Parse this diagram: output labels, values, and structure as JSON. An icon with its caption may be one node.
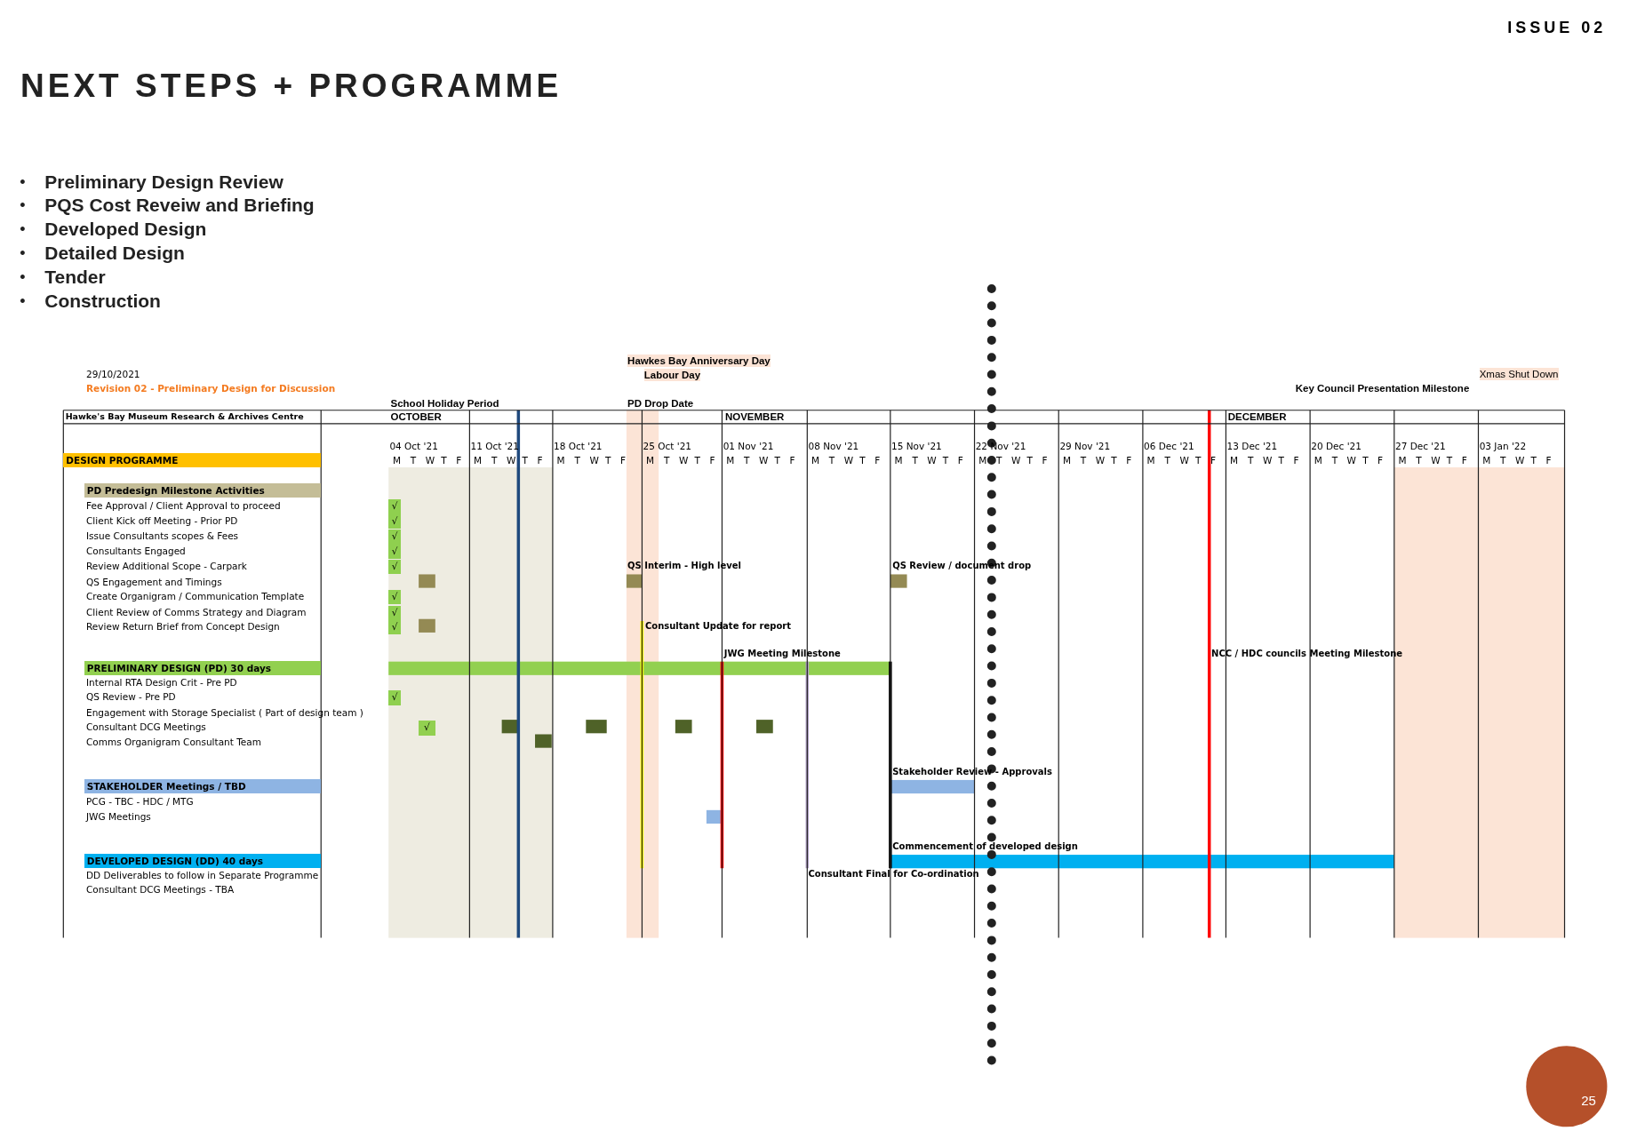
{
  "diagram": {
    "title": "NEXT STEPS + PROGRAMME",
    "nodes": [
      {
        "text": [
          "DESIGN PROGRAMME"
        ]
      },
      {
        "text": [
          "PD Predesign Milestone Activities"
        ]
      },
      {
        "text": [
          "PRELIMINARY DESIGN (PD) 30 days"
        ]
      },
      {
        "text": [
          "STAKEHOLDER Meetings / TBD"
        ]
      },
      {
        "text": [
          "DEVELOPED DESIGN (DD) 40 days"
        ]
      }
    ],
    "labels": [
      "ISSUE 02",
      "•",
      "Preliminary Design Review",
      "•",
      "PQS Cost Reveiw and Briefing",
      "•",
      "Developed Design",
      "•",
      "Detailed Design",
      "•",
      "Tender",
      "•",
      "Construction",
      "Hawkes Bay Anniversary Day",
      "29/10/2021",
      "Labour Day",
      "Xmas Shut Down",
      "Revision 02 - Preliminary Design for Discussion",
      "Key Council Presentation Milestone",
      "School Holiday Period",
      "PD Drop Date",
      "Hawke's Bay Museum Research & Archives Centre",
      "OCTOBER",
      "NOVEMBER",
      "DECEMBER",
      "04 Oct '21",
      "11 Oct '21",
      "18 Oct '21",
      "25 Oct '21",
      "01 Nov '21",
      "08 Nov '21",
      "15 Nov '21",
      "22 Nov '21",
      "29 Nov '21",
      "06 Dec '21",
      "13 Dec '21",
      "20 Dec '21",
      "27 Dec '21",
      "03 Jan '22",
      "M",
      "T",
      "W",
      "T",
      "F",
      "M",
      "T",
      "W",
      "T",
      "F",
      "M",
      "T",
      "W",
      "T",
      "F",
      "M",
      "T",
      "W",
      "T",
      "F",
      "M",
      "T",
      "W",
      "T",
      "F",
      "M",
      "T",
      "W",
      "T",
      "F",
      "M",
      "T",
      "W",
      "T",
      "F",
      "M",
      "T",
      "W",
      "T",
      "F",
      "M",
      "T",
      "W",
      "T",
      "F",
      "M",
      "T",
      "W",
      "T",
      "F",
      "M",
      "T",
      "W",
      "T",
      "F",
      "M",
      "T",
      "W",
      "T",
      "F",
      "M",
      "T",
      "W",
      "T",
      "F",
      "M",
      "T",
      "W",
      "T",
      "F",
      "Fee Approval / Client Approval to proceed",
      "Client Kick off Meeting - Prior PD",
      "Issue Consultants scopes & Fees",
      "Consultants Engaged",
      "Review Additional Scope - Carpark",
      "QS Engagement and Timings",
      "Create Organigram / Communication Template",
      "Client Review of Comms Strategy and Diagram",
      "Review Return Brief from Concept Design",
      "Internal RTA Design Crit - Pre PD",
      "QS Review - Pre PD",
      "Engagement with Storage Specialist ( Part of design team )",
      "Consultant DCG Meetings",
      "Comms Organigram Consultant Team",
      "PCG - TBC - HDC / MTG",
      "JWG Meetings",
      "DD Deliverables to follow in Separate Programme",
      "Consultant DCG Meetings - TBA",
      "√",
      "√",
      "√",
      "√",
      "√",
      "√",
      "√",
      "√",
      "√",
      "√",
      "QS Interim - High level",
      "QS Review / document drop",
      "Consultant Update for report",
      "JWG Meeting Milestone",
      "NCC / HDC  councils Meeting Milestone",
      "Stakeholder Review - Approvals",
      "Commencement of developed design",
      "Consultant Final for Co-ordination",
      "25"
    ]
  }
}
